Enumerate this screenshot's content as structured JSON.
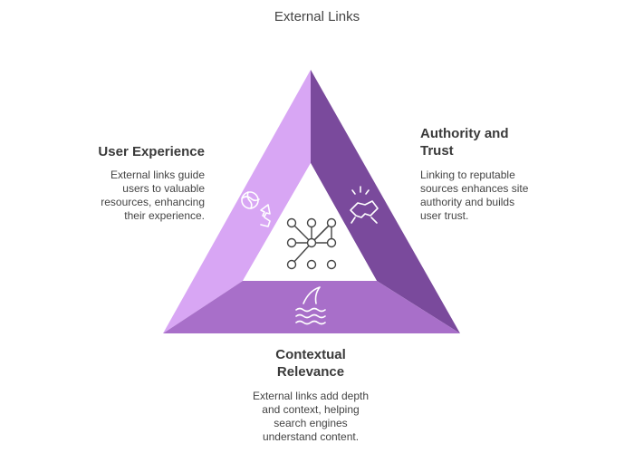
{
  "title": "External Links",
  "sections": {
    "user_experience": {
      "label": "User Experience",
      "description_lines": [
        "External links guide",
        "users to valuable",
        "resources, enhancing",
        "their experience."
      ],
      "icon": "globe-click-icon"
    },
    "authority_trust": {
      "label_lines": [
        "Authority and",
        "Trust"
      ],
      "description_lines": [
        "Linking to reputable",
        "sources enhances site",
        "authority and builds",
        "user trust."
      ],
      "icon": "handshake-icon"
    },
    "contextual_relevance": {
      "label_lines": [
        "Contextual",
        "Relevance"
      ],
      "description_lines": [
        "External links add depth",
        "and context, helping",
        "search engines",
        "understand content."
      ],
      "icon": "shark-fin-icon"
    },
    "center": {
      "icon": "network-nodes-icon"
    }
  },
  "colors": {
    "left_face": "#d8a6f4",
    "right_face": "#7a4a9c",
    "bottom_face": "#a86fc9",
    "inner_bg": "#ffffff",
    "icon_stroke": "#ffffff",
    "center_icon_stroke": "#444444"
  }
}
